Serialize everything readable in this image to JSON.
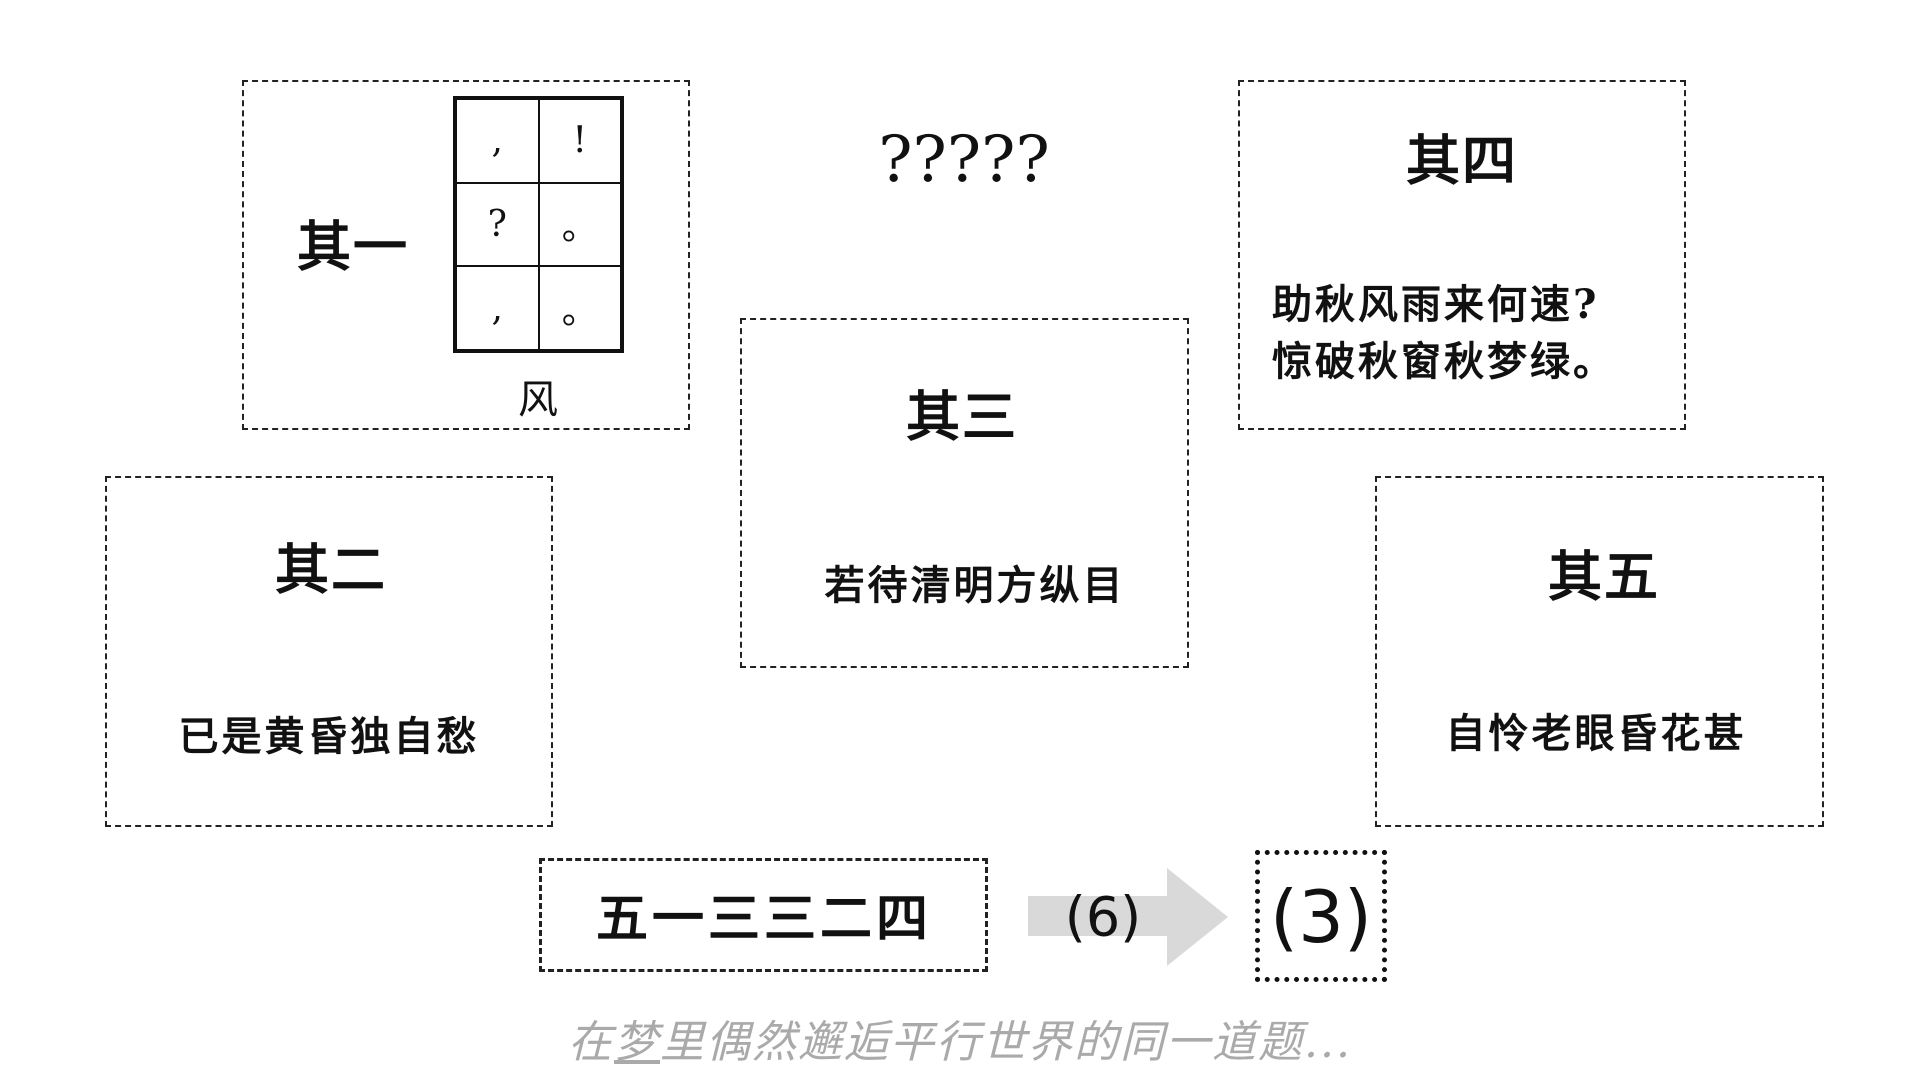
{
  "puzzle1": {
    "title": "其一",
    "grid": [
      ",",
      "!",
      "?",
      "。",
      ",",
      "。"
    ],
    "caption": "风"
  },
  "mystery": "?????",
  "puzzle2": {
    "title": "其二",
    "text": "已是黄昏独自愁"
  },
  "puzzle3": {
    "title": "其三",
    "text": "若待清明方纵目"
  },
  "puzzle4": {
    "title": "其四",
    "lines": [
      "助秋风雨来何速?",
      "惊破秋窗秋梦绿。"
    ]
  },
  "puzzle5": {
    "title": "其五",
    "text": "自怜老眼昏花甚"
  },
  "sequence": "五一三三二四",
  "arrow_label": "(6)",
  "answer": "(3)",
  "footer": {
    "underlined": "梦",
    "before": "在",
    "after": "里偶然邂逅平行世界的同一道题..."
  },
  "colors": {
    "arrow": "#d9d9d9",
    "footer": "#aaaaaa"
  }
}
